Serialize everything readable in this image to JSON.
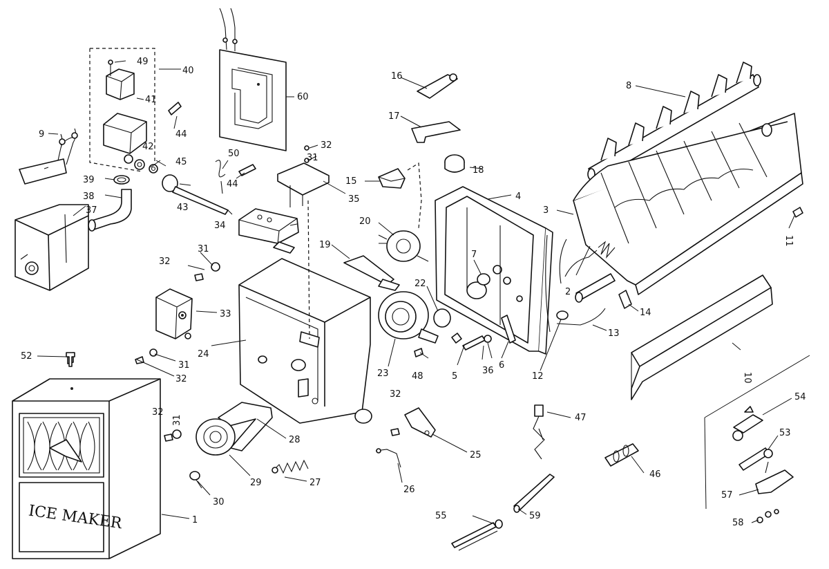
{
  "diagram": {
    "brand_text": "ICE MAKER",
    "callouts": [
      {
        "id": "c1",
        "label": "1"
      },
      {
        "id": "c2",
        "label": "2"
      },
      {
        "id": "c3",
        "label": "3"
      },
      {
        "id": "c4",
        "label": "4"
      },
      {
        "id": "c5",
        "label": "5"
      },
      {
        "id": "c6",
        "label": "6"
      },
      {
        "id": "c7",
        "label": "7"
      },
      {
        "id": "c8",
        "label": "8"
      },
      {
        "id": "c9",
        "label": "9"
      },
      {
        "id": "c10",
        "label": "10"
      },
      {
        "id": "c11",
        "label": "11"
      },
      {
        "id": "c12",
        "label": "12"
      },
      {
        "id": "c13",
        "label": "13"
      },
      {
        "id": "c14",
        "label": "14"
      },
      {
        "id": "c15",
        "label": "15"
      },
      {
        "id": "c16",
        "label": "16"
      },
      {
        "id": "c17",
        "label": "17"
      },
      {
        "id": "c18",
        "label": "18"
      },
      {
        "id": "c19",
        "label": "19"
      },
      {
        "id": "c20",
        "label": "20"
      },
      {
        "id": "c22",
        "label": "22"
      },
      {
        "id": "c23",
        "label": "23"
      },
      {
        "id": "c24",
        "label": "24"
      },
      {
        "id": "c25",
        "label": "25"
      },
      {
        "id": "c26",
        "label": "26"
      },
      {
        "id": "c27",
        "label": "27"
      },
      {
        "id": "c28",
        "label": "28"
      },
      {
        "id": "c29",
        "label": "29"
      },
      {
        "id": "c30",
        "label": "30"
      },
      {
        "id": "c31a",
        "label": "31"
      },
      {
        "id": "c31b",
        "label": "31"
      },
      {
        "id": "c31c",
        "label": "31"
      },
      {
        "id": "c31d",
        "label": "31"
      },
      {
        "id": "c32a",
        "label": "32"
      },
      {
        "id": "c32b",
        "label": "32"
      },
      {
        "id": "c32c",
        "label": "32"
      },
      {
        "id": "c32d",
        "label": "32"
      },
      {
        "id": "c32e",
        "label": "32"
      },
      {
        "id": "c33",
        "label": "33"
      },
      {
        "id": "c34",
        "label": "34"
      },
      {
        "id": "c35",
        "label": "35"
      },
      {
        "id": "c36",
        "label": "36"
      },
      {
        "id": "c37",
        "label": "37"
      },
      {
        "id": "c38",
        "label": "38"
      },
      {
        "id": "c39",
        "label": "39"
      },
      {
        "id": "c40",
        "label": "40"
      },
      {
        "id": "c41",
        "label": "41"
      },
      {
        "id": "c42",
        "label": "42"
      },
      {
        "id": "c43",
        "label": "43"
      },
      {
        "id": "c44a",
        "label": "44"
      },
      {
        "id": "c44b",
        "label": "44"
      },
      {
        "id": "c45",
        "label": "45"
      },
      {
        "id": "c46",
        "label": "46"
      },
      {
        "id": "c47",
        "label": "47"
      },
      {
        "id": "c48",
        "label": "48"
      },
      {
        "id": "c49",
        "label": "49"
      },
      {
        "id": "c50",
        "label": "50"
      },
      {
        "id": "c52",
        "label": "52"
      },
      {
        "id": "c53",
        "label": "53"
      },
      {
        "id": "c54",
        "label": "54"
      },
      {
        "id": "c55",
        "label": "55"
      },
      {
        "id": "c57",
        "label": "57"
      },
      {
        "id": "c58",
        "label": "58"
      },
      {
        "id": "c59",
        "label": "59"
      },
      {
        "id": "c60",
        "label": "60"
      }
    ]
  }
}
